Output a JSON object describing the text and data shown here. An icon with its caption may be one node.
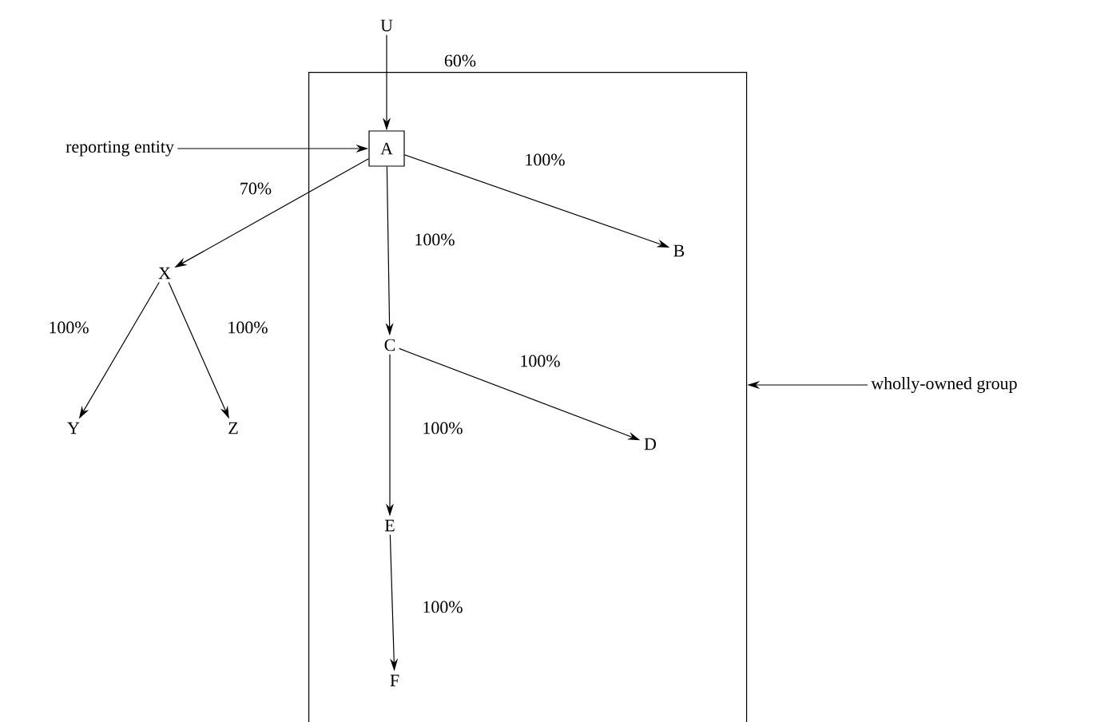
{
  "diagram": {
    "nodes": [
      {
        "text": [
          "U"
        ]
      },
      {
        "text": [],
        "shape": "box"
      },
      {
        "text": [
          "A"
        ],
        "in": 1
      },
      {
        "text": [
          "B"
        ],
        "in": 1
      },
      {
        "text": [
          "C"
        ],
        "in": 1
      },
      {
        "text": [
          "D"
        ],
        "in": 1
      },
      {
        "text": [
          "E"
        ],
        "in": 1
      },
      {
        "text": [
          "F"
        ],
        "in": 1
      },
      {
        "text": [
          "X"
        ]
      },
      {
        "text": [
          "Y"
        ]
      },
      {
        "text": [
          "Z"
        ]
      },
      {
        "text": [
          "reporting entity"
        ]
      },
      {
        "text": [
          "wholly-owned group"
        ]
      }
    ],
    "edges": [
      {
        "from": 0,
        "to": 2,
        "arrow": "to",
        "label": "60%"
      },
      {
        "from": 2,
        "to": 8,
        "arrow": "to",
        "label": "70%"
      },
      {
        "from": 2,
        "to": 3,
        "arrow": "to",
        "label": "100%"
      },
      {
        "from": 2,
        "to": 4,
        "arrow": "to",
        "label": "100%"
      },
      {
        "from": 8,
        "to": 9,
        "arrow": "to",
        "label": "100%"
      },
      {
        "from": 8,
        "to": 10,
        "arrow": "to",
        "label": "100%"
      },
      {
        "from": 4,
        "to": 5,
        "arrow": "to",
        "label": "100%"
      },
      {
        "from": 4,
        "to": 6,
        "arrow": "to",
        "label": "100%"
      },
      {
        "from": 6,
        "to": 7,
        "arrow": "to",
        "label": "100%"
      },
      {
        "from": 11,
        "to": 2,
        "arrow": "to"
      },
      {
        "from": 12,
        "to": 1,
        "arrow": "to"
      }
    ]
  }
}
